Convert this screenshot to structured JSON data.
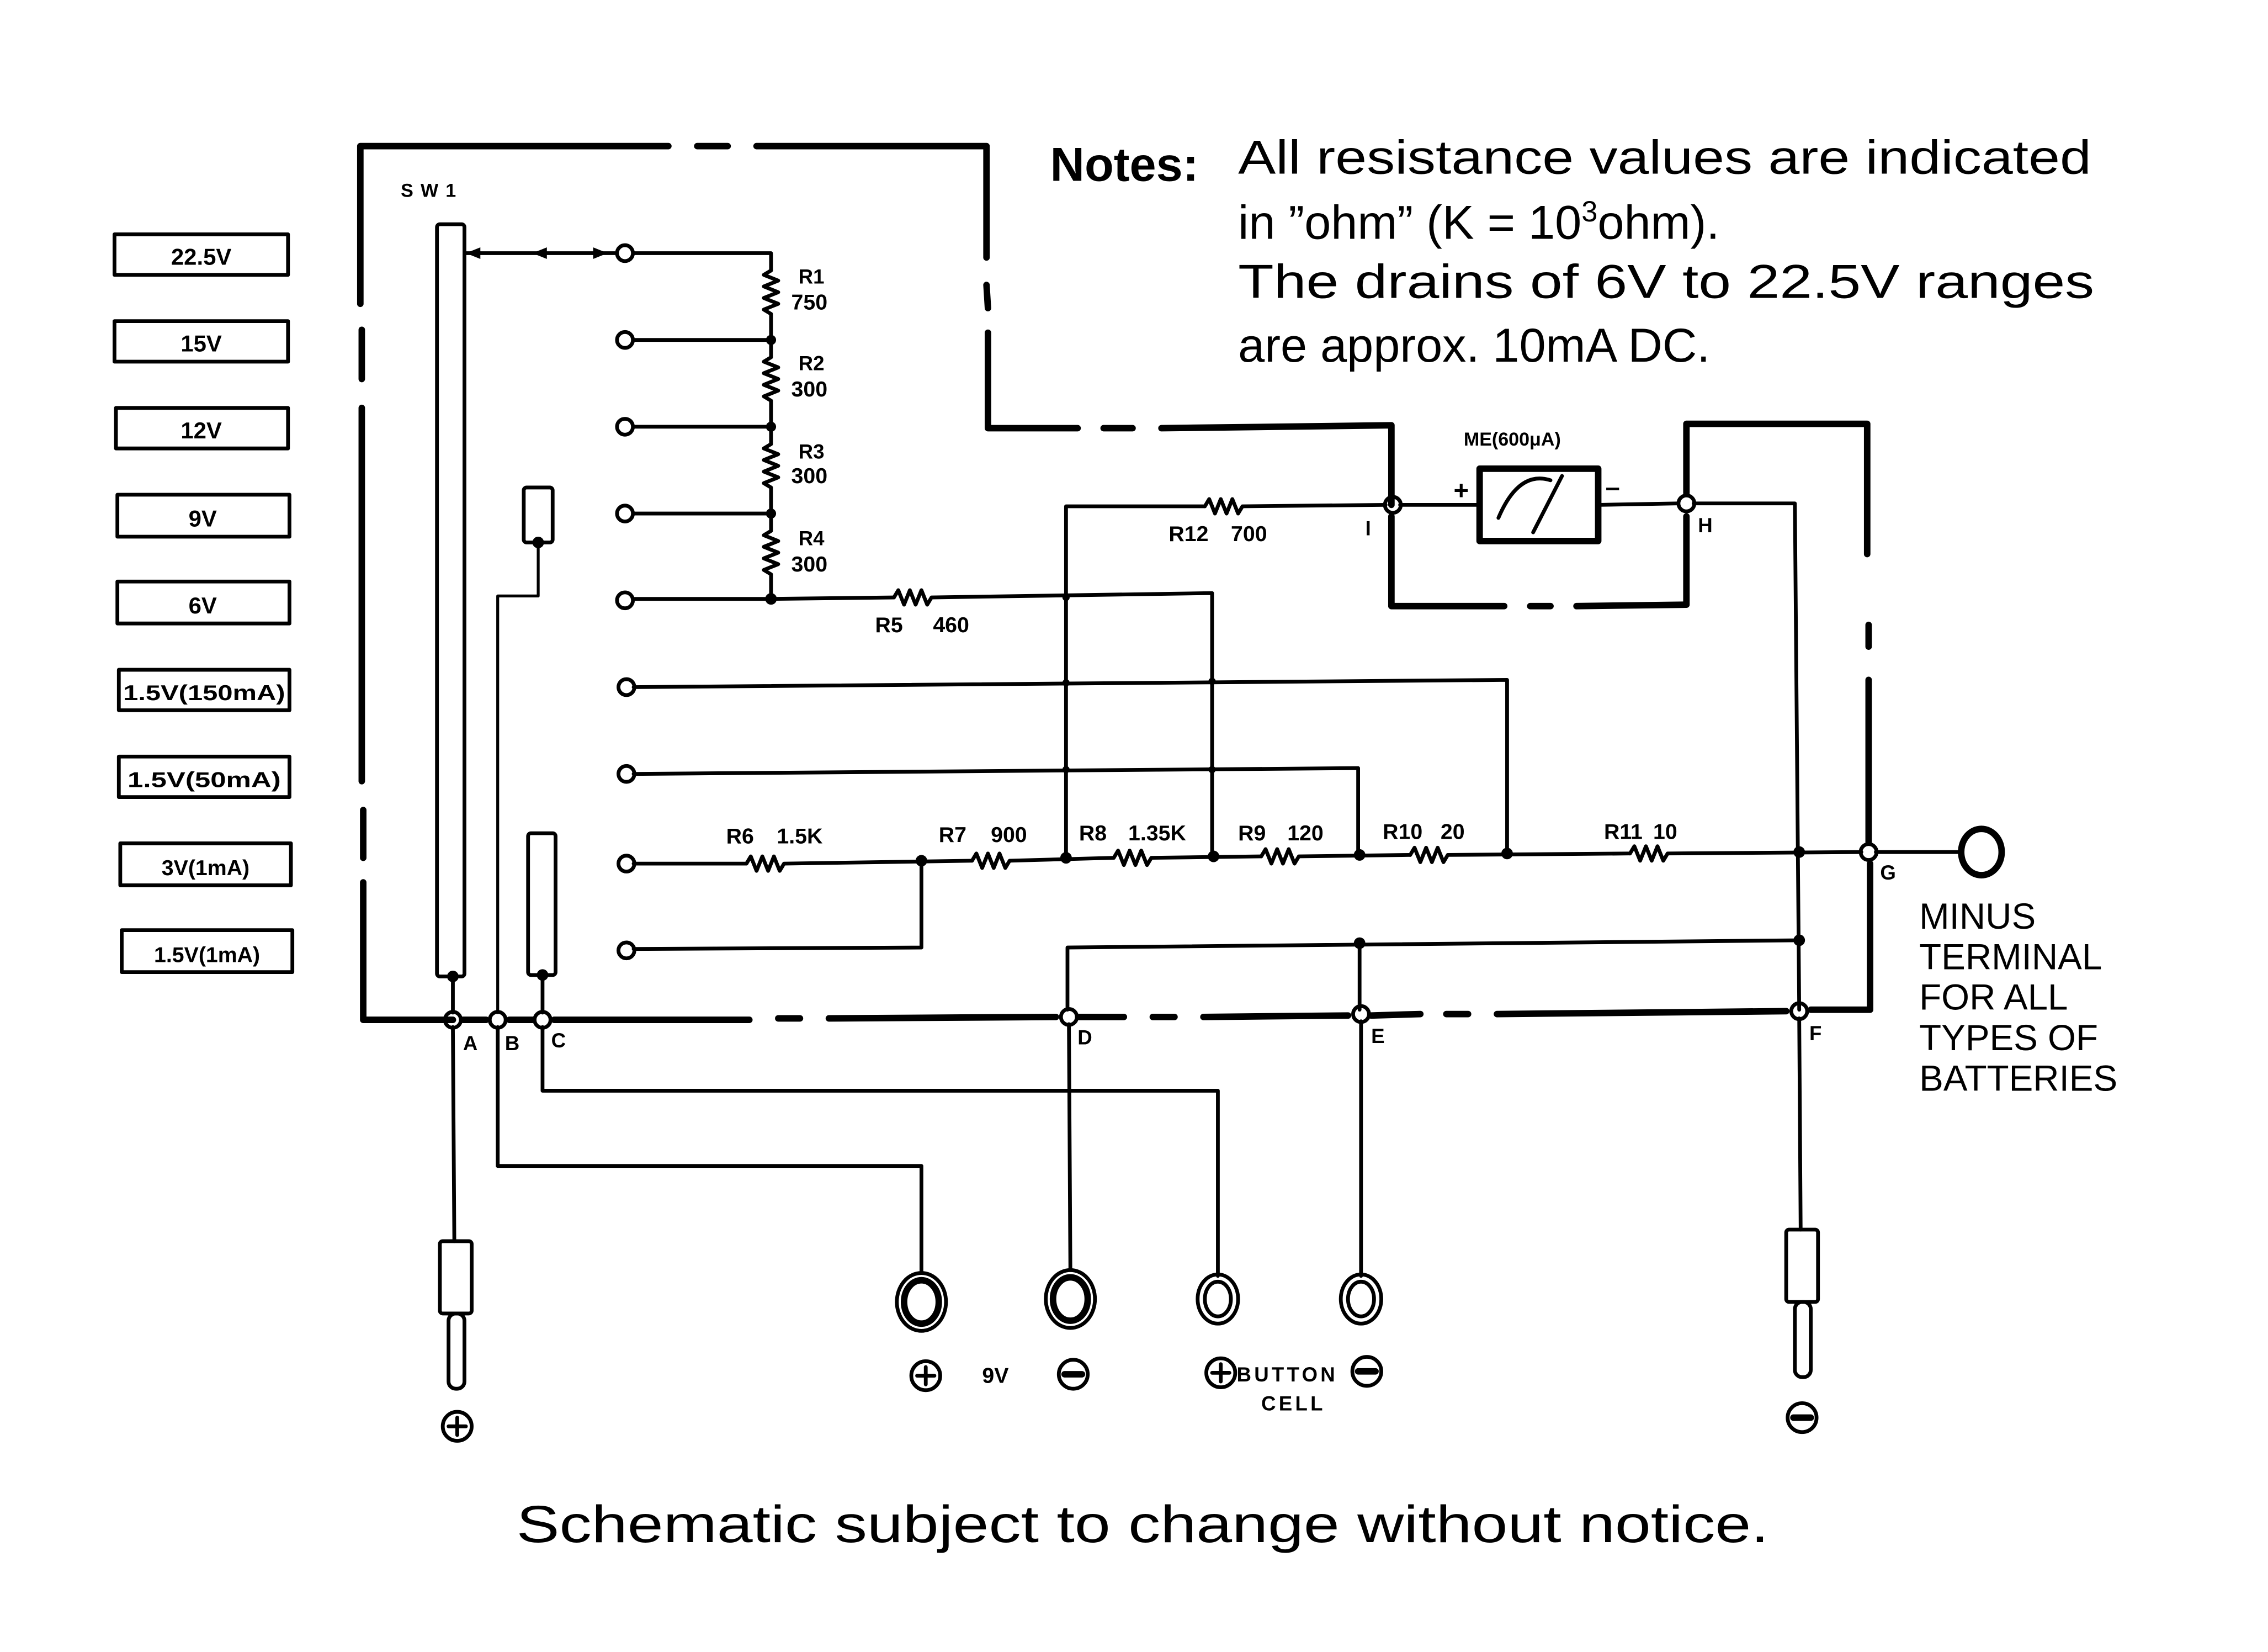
{
  "switch": {
    "label": "SW1"
  },
  "range_labels": [
    "22.5V",
    "15V",
    "12V",
    "9V",
    "6V",
    "1.5V(150mA)",
    "1.5V(50mA)",
    "3V(1mA)",
    "1.5V(1mA)"
  ],
  "resistors": {
    "R1": {
      "name": "R1",
      "value": "750"
    },
    "R2": {
      "name": "R2",
      "value": "300"
    },
    "R3": {
      "name": "R3",
      "value": "300"
    },
    "R4": {
      "name": "R4",
      "value": "300"
    },
    "R5": {
      "name": "R5",
      "value": "460"
    },
    "R6": {
      "name": "R6",
      "value": "1.5K"
    },
    "R7": {
      "name": "R7",
      "value": "900"
    },
    "R8": {
      "name": "R8",
      "value": "1.35K"
    },
    "R9": {
      "name": "R9",
      "value": "120"
    },
    "R10": {
      "name": "R10",
      "value": "20"
    },
    "R11": {
      "name": "R11",
      "value": "10"
    },
    "R12": {
      "name": "R12",
      "value": "700"
    }
  },
  "meter": {
    "label": "ME(600μA)",
    "plus": "+",
    "minus": "–"
  },
  "nodes": [
    "A",
    "B",
    "C",
    "D",
    "E",
    "F",
    "G",
    "H",
    "I"
  ],
  "notes": {
    "heading": "Notes:",
    "line1": "All resistance values are indicated",
    "line2_pre": "in ”ohm” (K = 10",
    "line2_sup": "3",
    "line2_post": "ohm).",
    "line3": "The drains of 6V to 22.5V ranges",
    "line4": "are approx. 10mA DC."
  },
  "minus_terminal": [
    "MINUS",
    "TERMINAL",
    "FOR ALL",
    "TYPES OF",
    "BATTERIES"
  ],
  "bottom_terminals": {
    "nine_volt": "9V",
    "button_cell_line1": "BUTTON",
    "button_cell_line2": "CELL",
    "plus_symbol": "+",
    "minus_symbol": "–"
  },
  "probes": {
    "positive": "+",
    "negative": "–"
  },
  "caption": "Schematic subject to change without notice."
}
